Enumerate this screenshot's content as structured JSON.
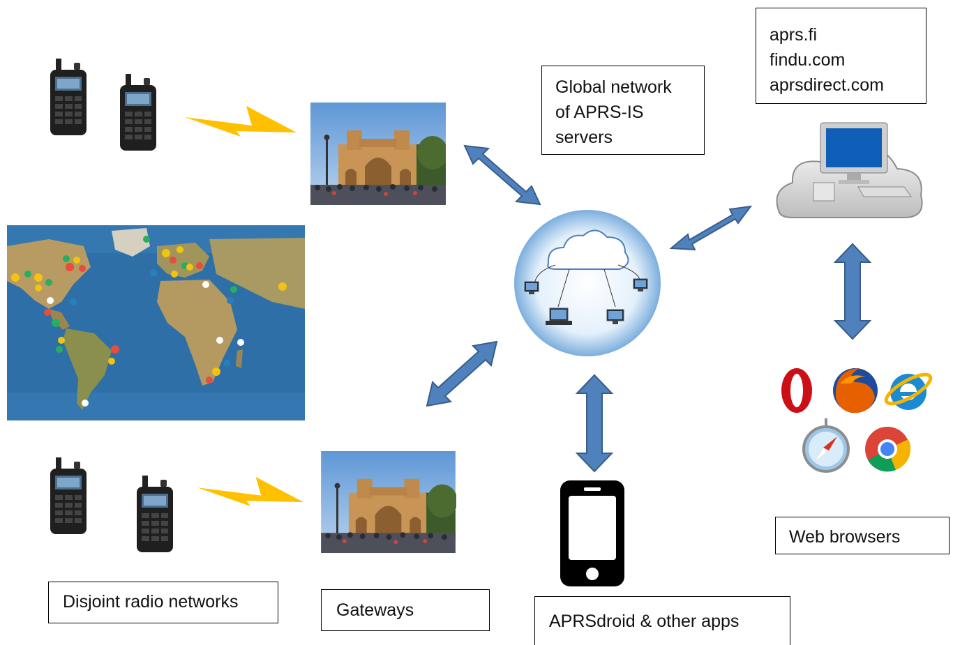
{
  "labels": {
    "global_network": [
      "Global network",
      "of APRS-IS",
      "servers"
    ],
    "websites": [
      "aprs.fi",
      "findu.com",
      "aprsdirect.com"
    ],
    "web_browsers": "Web browsers",
    "disjoint_networks": "Disjoint radio networks",
    "gateways": "Gateways",
    "apps": "APRSdroid & other apps"
  },
  "icons": [
    "handheld-radio-icon",
    "lightning-bolt-icon",
    "gateway-photo",
    "world-map-image",
    "aprs-is-cloud-icon",
    "cloud-computer-icon",
    "smartphone-icon",
    "browser-logos-icon",
    "double-arrow-icon"
  ],
  "colors": {
    "arrow_fill": "#4f81bd",
    "arrow_stroke": "#385d8a",
    "lightning": "#ffc000",
    "ocean": "#2f6fa8",
    "land": "#b89a63"
  }
}
